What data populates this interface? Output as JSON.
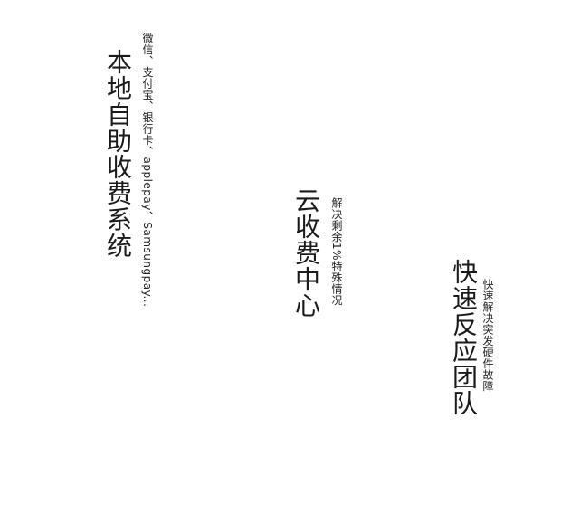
{
  "blocks": [
    {
      "title": "本地自助收费系统",
      "subtitle": "微信、支付宝、银行卡、applepay、Samsungpay..."
    },
    {
      "title": "云收费中心",
      "subtitle": "解决剩余1%特殊情况"
    },
    {
      "title": "快速反应团队",
      "subtitle": "快速解决突发硬件故障"
    }
  ]
}
